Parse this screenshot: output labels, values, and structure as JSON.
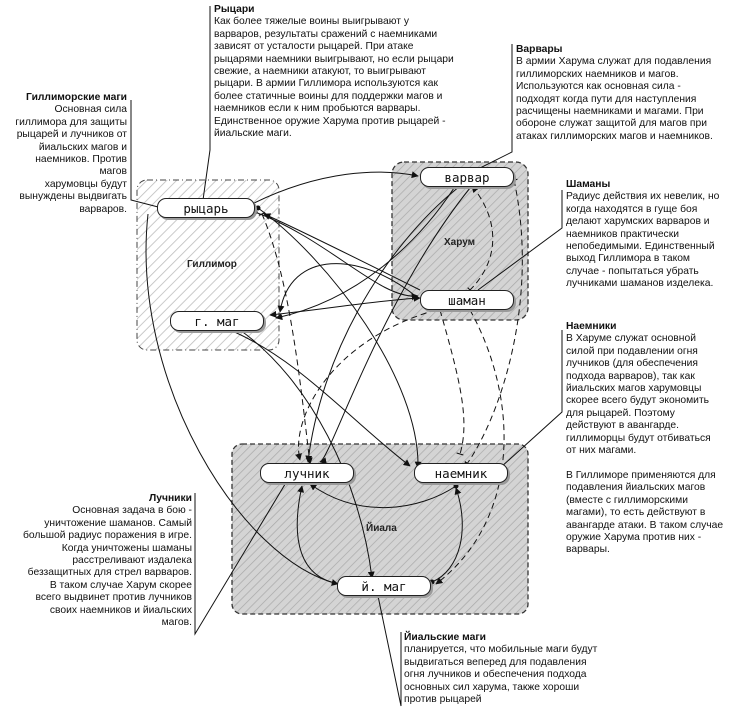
{
  "groups": {
    "gillimor": "Гиллимор",
    "kharum": "Харум",
    "yiala": "Йиала"
  },
  "units": {
    "rytsar": "рыцарь",
    "g_mag": "г. маг",
    "varvar": "варвар",
    "shaman": "шаман",
    "luchnik": "лучник",
    "naemnik": "наемник",
    "y_mag": "й. маг"
  },
  "notes": {
    "rytsari": {
      "title": "Рыцари",
      "text": "Как более тяжелые воины выигрывают у\nварваров, результаты сражений с наемниками\nзависят от усталости рыцарей. При атаке\nрыцарями наемники выигрывают, но если рыцари\nсвежие, а наемники атакуют, то выигрывают\nрыцари. В армии Гиллимора используются как\nболее статичные воины для поддержки магов и\nнаемников если к ним пробьются варвары.\nЕдинственное оружие Харума против рыцарей -\nйиальские маги."
    },
    "gillimor_magi": {
      "title": "Гиллиморские маги",
      "text": "Основная сила\nгиллимора для защиты\nрыцарей и лучников от\nйиальских магов и\nнаемников. Против магов\nхарумовцы будут\nвынуждены выдвигать\nварваров."
    },
    "varvary": {
      "title": "Варвары",
      "text": "В армии Харума служат для подавления\nгиллиморских наемников и магов.\nИспользуются как основная сила -\nподходят когда пути для наступления\nрасчищены наемниками и магами. При\nобороне служат защитой для магов при\nатаках гиллиморских магов и наемников."
    },
    "shamany": {
      "title": "Шаманы",
      "text": "Радиус действия их невелик, но\nкогда находятся в гуще боя\nделают харумских варваров и\nнаемников практически\nнепобедимыми. Единственный\nвыход Гиллимора в таком\nслучае - попытаться убрать\nлучниками шаманов изделека."
    },
    "naemniki": {
      "title": "Наемники",
      "text": "В Харуме служат основной\nсилой при подавлении огня\nлучников (для обеспечения\nподхода варваров), так как\nйиальских магов харумовцы\nскорее всего будут экономить\nдля рыцарей. Поэтому\nдействуют в авангарде.\nгиллиморцы будут отбиваться\nот них магами.\n\nВ Гиллиморе применяются для\nподавления йиальских магов\n(вместе с гиллиморскими\nмагами), то есть действуют в\nавангарде атаки. В таком случае\nоружие Харума против них -\nварвары."
    },
    "luchniki": {
      "title": "Лучники",
      "text": "Основная задача в бою -\nуничтожение шаманов. Самый\nбольшой радиус поражения в игре.\nКогда уничтожены шаманы\nрасстреливают издалека\nбеззащитных для стрел варваров.\nВ таком случае Харум скорее\nвсего выдвинет против лучников\nсвоих наемников и йиальских\nмагов."
    },
    "yialskie_magi": {
      "title": "Йиальские маги",
      "text": "планируется, что мобильные маги будут\nвыдвигаться веперед для подавления\nогня лучников и обеспечения подхода\nосновных сил харума, также хороши\nпротив рыцарей"
    }
  },
  "colors": {
    "hatch": "#bdbdbd",
    "group_fill_gray": "#cfcfcf",
    "line": "#111111",
    "unit_shadow": "#9a9a9a"
  }
}
